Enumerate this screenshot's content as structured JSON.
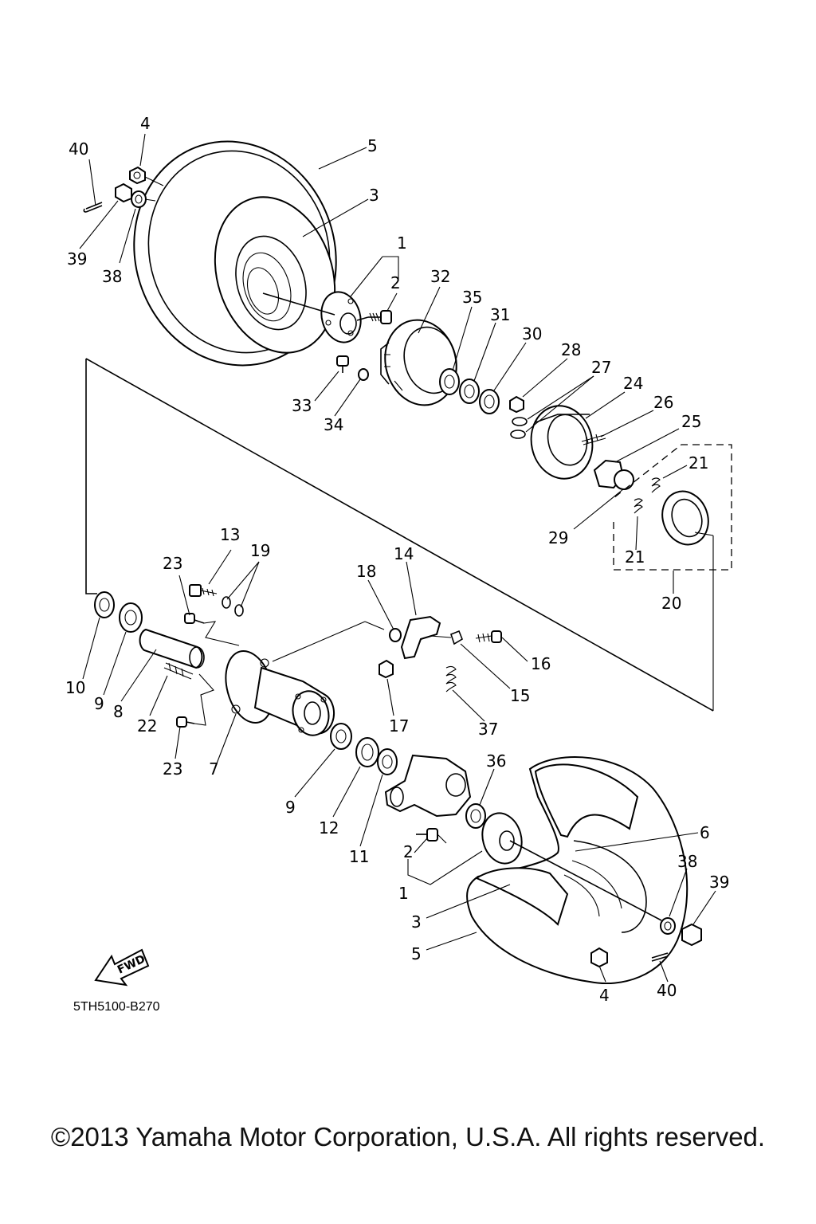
{
  "diagram": {
    "drawing_code": "5TH5100-B270",
    "fwd_label": "FWD",
    "callouts": [
      {
        "id": "c40a",
        "text": "40"
      },
      {
        "id": "c4a",
        "text": "4"
      },
      {
        "id": "c5a",
        "text": "5"
      },
      {
        "id": "c3a",
        "text": "3"
      },
      {
        "id": "c39a",
        "text": "39"
      },
      {
        "id": "c38a",
        "text": "38"
      },
      {
        "id": "c1a",
        "text": "1"
      },
      {
        "id": "c2a",
        "text": "2"
      },
      {
        "id": "c32",
        "text": "32"
      },
      {
        "id": "c35",
        "text": "35"
      },
      {
        "id": "c31",
        "text": "31"
      },
      {
        "id": "c30",
        "text": "30"
      },
      {
        "id": "c28",
        "text": "28"
      },
      {
        "id": "c27",
        "text": "27"
      },
      {
        "id": "c24",
        "text": "24"
      },
      {
        "id": "c26",
        "text": "26"
      },
      {
        "id": "c25",
        "text": "25"
      },
      {
        "id": "c33",
        "text": "33"
      },
      {
        "id": "c34",
        "text": "34"
      },
      {
        "id": "c21a",
        "text": "21"
      },
      {
        "id": "c21b",
        "text": "21"
      },
      {
        "id": "c29",
        "text": "29"
      },
      {
        "id": "c20",
        "text": "20"
      },
      {
        "id": "c13",
        "text": "13"
      },
      {
        "id": "c19",
        "text": "19"
      },
      {
        "id": "c23a",
        "text": "23"
      },
      {
        "id": "c14",
        "text": "14"
      },
      {
        "id": "c18",
        "text": "18"
      },
      {
        "id": "c16",
        "text": "16"
      },
      {
        "id": "c15",
        "text": "15"
      },
      {
        "id": "c17",
        "text": "17"
      },
      {
        "id": "c37",
        "text": "37"
      },
      {
        "id": "c10",
        "text": "10"
      },
      {
        "id": "c9a",
        "text": "9"
      },
      {
        "id": "c8",
        "text": "8"
      },
      {
        "id": "c22",
        "text": "22"
      },
      {
        "id": "c23b",
        "text": "23"
      },
      {
        "id": "c7",
        "text": "7"
      },
      {
        "id": "c9b",
        "text": "9"
      },
      {
        "id": "c12",
        "text": "12"
      },
      {
        "id": "c11",
        "text": "11"
      },
      {
        "id": "c36",
        "text": "36"
      },
      {
        "id": "c2b",
        "text": "2"
      },
      {
        "id": "c1b",
        "text": "1"
      },
      {
        "id": "c6",
        "text": "6"
      },
      {
        "id": "c38b",
        "text": "38"
      },
      {
        "id": "c39b",
        "text": "39"
      },
      {
        "id": "c3b",
        "text": "3"
      },
      {
        "id": "c5b",
        "text": "5"
      },
      {
        "id": "c4b",
        "text": "4"
      },
      {
        "id": "c40b",
        "text": "40"
      }
    ]
  },
  "footer": {
    "copyright": "©2013 Yamaha Motor Corporation, U.S.A. All rights reserved."
  }
}
